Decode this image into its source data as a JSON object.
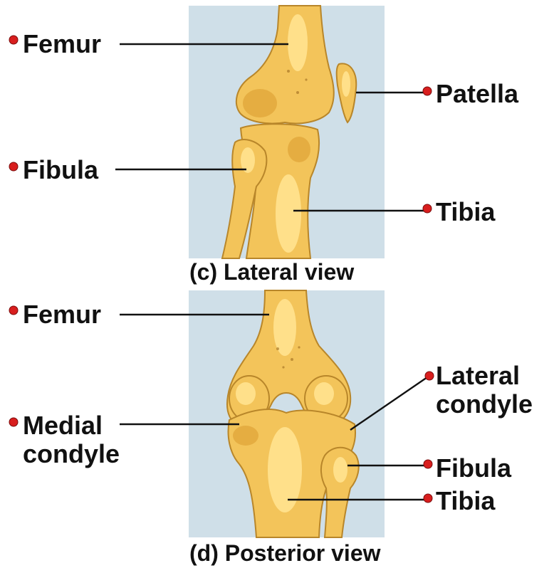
{
  "panel_c": {
    "caption": "(c) Lateral view",
    "labels": {
      "femur": "Femur",
      "patella": "Patella",
      "fibula": "Fibula",
      "tibia": "Tibia"
    }
  },
  "panel_d": {
    "caption": "(d) Posterior view",
    "labels": {
      "femur": "Femur",
      "lateral_condyle_line1": "Lateral",
      "lateral_condyle_line2": "condyle",
      "medial_condyle_line1": "Medial",
      "medial_condyle_line2": "condyle",
      "fibula": "Fibula",
      "tibia": "Tibia"
    }
  },
  "colors": {
    "bone": "#f3c45a",
    "background_panel": "#cfdfe8",
    "label_dot": "#d81e1e",
    "leader_line": "#111111"
  }
}
